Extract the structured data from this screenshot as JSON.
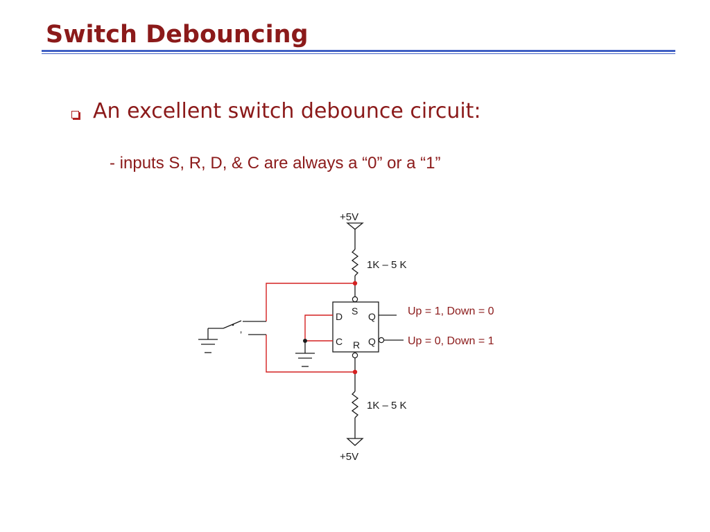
{
  "slide": {
    "title": "Switch Debouncing",
    "bullet": "An excellent switch debounce circuit:",
    "sub_point": "- inputs S, R, D, & C are always a “0” or  a “1”"
  },
  "circuit": {
    "supply_top": "+5V",
    "supply_bottom": "+5V",
    "resistor_top": "1K – 5 K",
    "resistor_bottom": "1K – 5 K",
    "pin_s": "S",
    "pin_d": "D",
    "pin_q": "Q",
    "pin_c": "C",
    "pin_r": "R",
    "pin_qbar": "Q",
    "output_q": "Up = 1, Down = 0",
    "output_qbar": "Up = 0, Down = 1",
    "switch_mark": "’"
  },
  "colors": {
    "title": "#8b1a1a",
    "rule": "#3f5fc4",
    "wire_highlight": "#d42020",
    "wire": "#1a1a1a"
  }
}
